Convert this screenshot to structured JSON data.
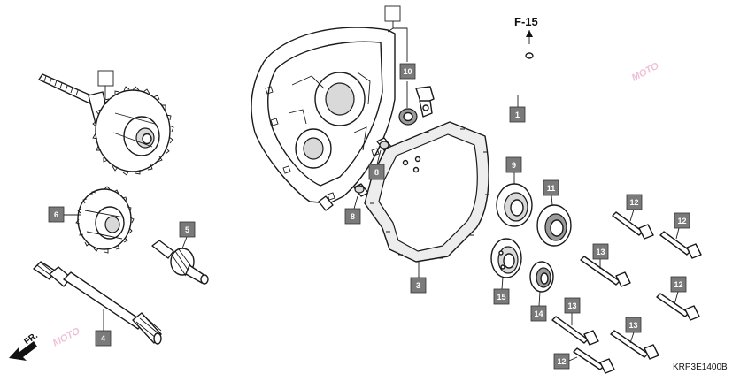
{
  "diagram": {
    "direction_label": "F-15",
    "front_label": "FR.",
    "catalog_code": "KRP3E1400B",
    "watermark_text": "MOTO",
    "empty_callouts": 2,
    "callouts": [
      {
        "id": "c1",
        "label": "1"
      },
      {
        "id": "c3",
        "label": "3"
      },
      {
        "id": "c4",
        "label": "4"
      },
      {
        "id": "c5",
        "label": "5"
      },
      {
        "id": "c6",
        "label": "6"
      },
      {
        "id": "c8a",
        "label": "8"
      },
      {
        "id": "c8b",
        "label": "8"
      },
      {
        "id": "c9",
        "label": "9"
      },
      {
        "id": "c10",
        "label": "10"
      },
      {
        "id": "c11",
        "label": "11"
      },
      {
        "id": "c12a",
        "label": "12"
      },
      {
        "id": "c12b",
        "label": "12"
      },
      {
        "id": "c12c",
        "label": "12"
      },
      {
        "id": "c12d",
        "label": "12"
      },
      {
        "id": "c13a",
        "label": "13"
      },
      {
        "id": "c13b",
        "label": "13"
      },
      {
        "id": "c13c",
        "label": "13"
      },
      {
        "id": "c14",
        "label": "14"
      },
      {
        "id": "c15",
        "label": "15"
      }
    ],
    "colors": {
      "callout_fill": "#7a7a7a",
      "line": "#1a1a1a",
      "watermark": "#e8a8c8"
    }
  }
}
